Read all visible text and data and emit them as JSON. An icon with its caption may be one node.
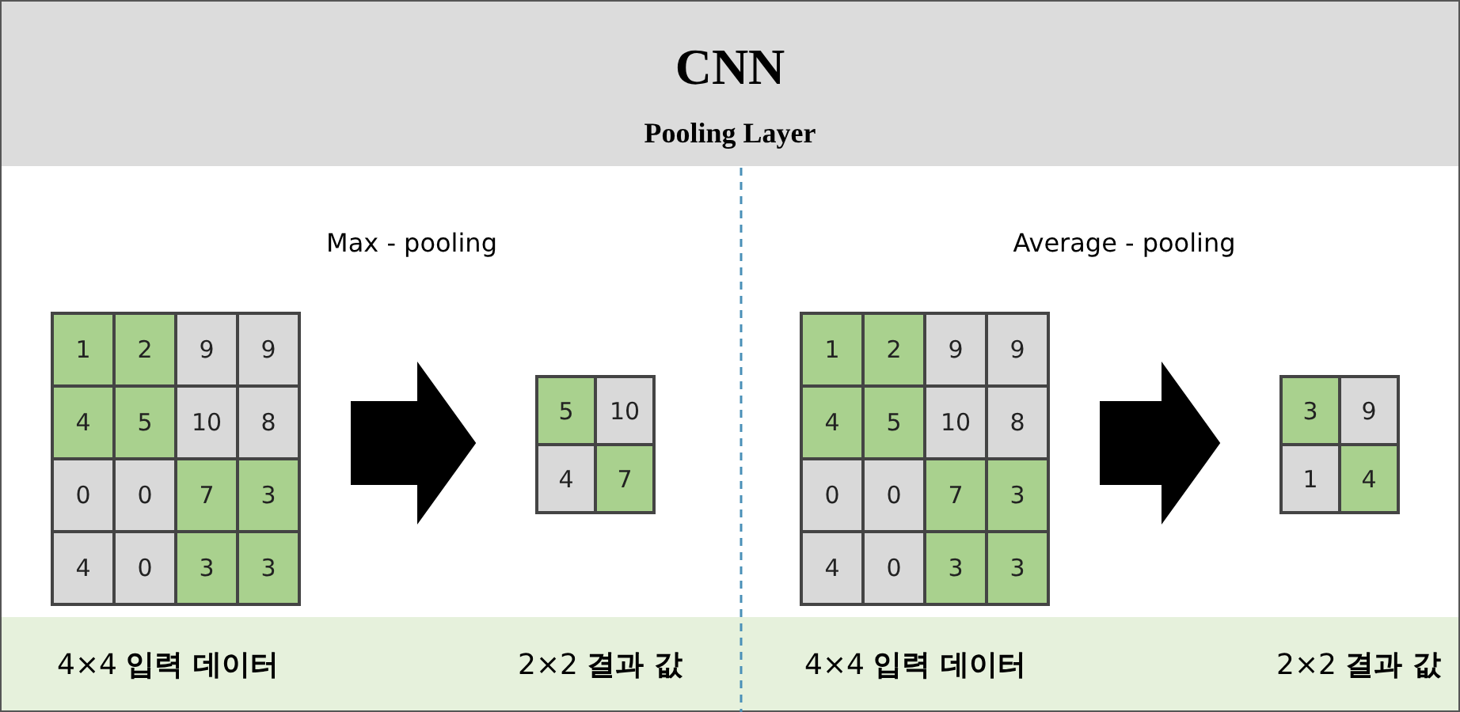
{
  "diagram": {
    "title": "CNN",
    "nodes": [
      {
        "text": [
          "1",
          "2",
          "9",
          "9",
          "4",
          "5",
          "10",
          "8",
          "0",
          "0",
          "7",
          "3",
          "4",
          "0",
          "3",
          "3"
        ]
      },
      {
        "text": [
          "5",
          "10",
          "4",
          "7"
        ]
      },
      {
        "text": [
          "1",
          "2",
          "9",
          "9",
          "4",
          "5",
          "10",
          "8",
          "0",
          "0",
          "7",
          "3",
          "4",
          "0",
          "3",
          "3"
        ]
      },
      {
        "text": [
          "3",
          "9",
          "1",
          "4"
        ]
      }
    ],
    "edges": [
      {
        "from": 0,
        "to": 1,
        "arrow": "to"
      },
      {
        "from": 2,
        "to": 3,
        "arrow": "to"
      }
    ],
    "labels": [
      "Pooling Layer",
      "Max - pooling",
      "4×4 **입력 데이터**",
      "2×2 **결과 값**",
      "Average - pooling",
      "4×4 **입력 데이터**",
      "2×2 **결과 값**"
    ]
  }
}
